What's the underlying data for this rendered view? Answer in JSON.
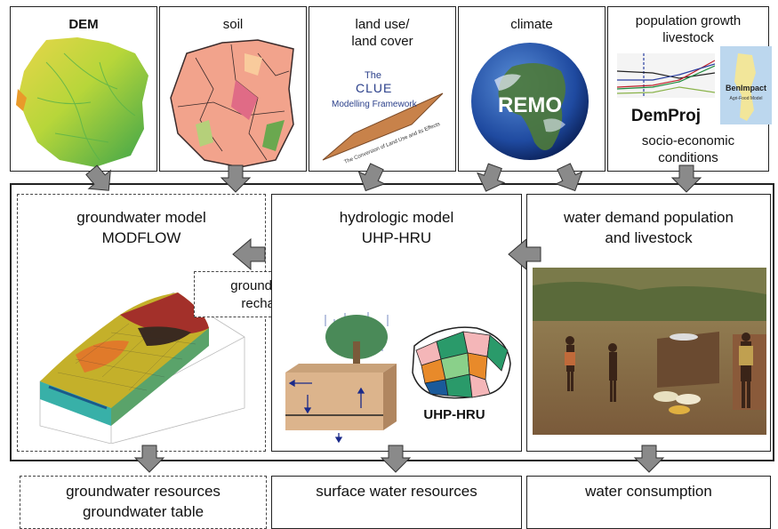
{
  "inputs": {
    "dem": {
      "label": "DEM"
    },
    "soil": {
      "label": "soil"
    },
    "landuse": {
      "line1": "land use/",
      "line2": "land cover",
      "clue_the": "The",
      "clue_title": "CLUE",
      "clue_sub": "Modelling Framework",
      "clue_caption": "The Conversion of Land Use and its Effects"
    },
    "climate": {
      "label": "climate",
      "globe_text": "REMO"
    },
    "population": {
      "line1": "population growth",
      "line2": "livestock",
      "demproj": "DemProj",
      "benimpact": "BenImpact",
      "benimpact_sub": "Agri-Food Model",
      "line3": "socio-economic",
      "line4": "conditions"
    }
  },
  "models": {
    "groundwater": {
      "line1": "groundwater model",
      "line2": "MODFLOW"
    },
    "recharge": {
      "line1": "groundwater",
      "line2": "recharge"
    },
    "hydrologic": {
      "line1": "hydrologic model",
      "line2": "UHP-HRU",
      "hru_label": "UHP-HRU"
    },
    "demand": {
      "line1": "water demand population",
      "line2": "and livestock"
    }
  },
  "outputs": {
    "groundwater": {
      "line1": "groundwater resources",
      "line2": "groundwater table"
    },
    "surface": {
      "line1": "surface water resources"
    },
    "consumption": {
      "line1": "water consumption"
    }
  },
  "colors": {
    "arrow": "#8a8a8a",
    "arrow_stroke": "#333333"
  }
}
